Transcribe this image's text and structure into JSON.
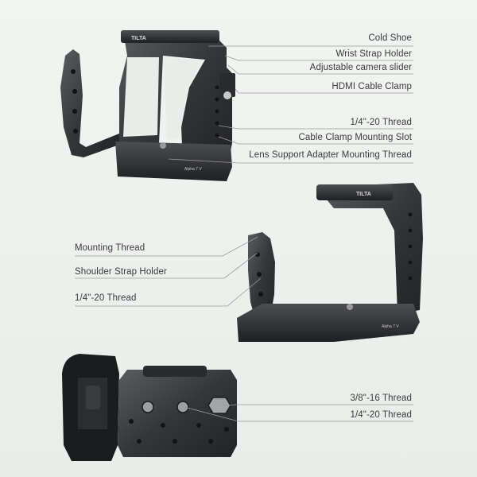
{
  "labels": {
    "cold_shoe": "Cold Shoe",
    "wrist_strap_holder": "Wrist Strap Holder",
    "adjustable_camera_slider": "Adjustable camera slider",
    "hdmi_cable_clamp": "HDMI Cable Clamp",
    "thread_quarter_top": "1/4\"-20 Thread",
    "cable_clamp_mounting_slot": "Cable Clamp Mounting Slot",
    "lens_support_adapter_mounting_thread": "Lens Support Adapter Mounting Thread",
    "mounting_thread": "Mounting Thread",
    "shoulder_strap_holder": "Shoulder Strap Holder",
    "thread_quarter_mid": "1/4\"-20 Thread",
    "thread_three_eighths": "3/8\"-16 Thread",
    "thread_quarter_bottom": "1/4\"-20 Thread"
  },
  "product_marks": {
    "brand": "TILTA",
    "camera_model": "Alpha 7 V"
  },
  "colors": {
    "background": "#eef1ee",
    "metal_dark": "#2c2d30",
    "metal_mid": "#45474b",
    "metal_light": "#6a6c70",
    "leader_line": "#9a9a9a",
    "text": "#3a3a3a"
  }
}
